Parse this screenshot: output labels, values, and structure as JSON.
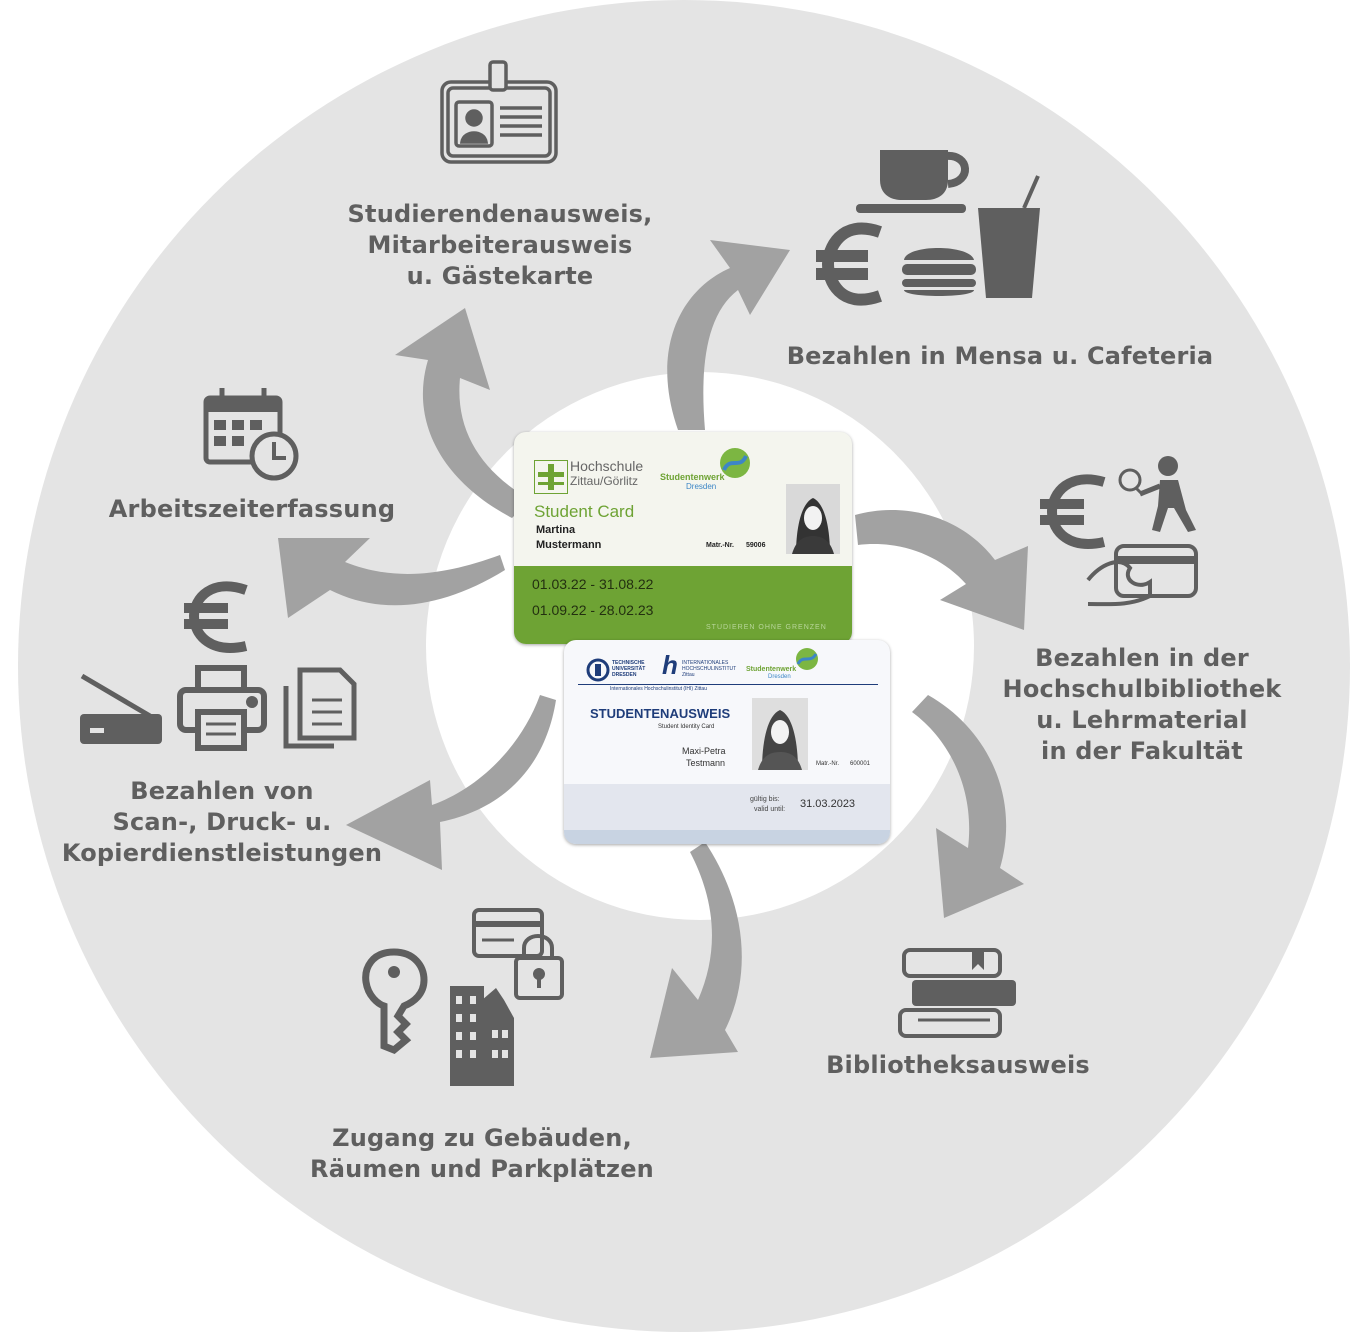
{
  "labels": {
    "id_card": [
      "Studierendenausweis,",
      "Mitarbeiterausweis",
      "u. Gästekarte"
    ],
    "mensa": [
      "Bezahlen in Mensa u. Cafeteria"
    ],
    "library_payment": [
      "Bezahlen in der",
      "Hochschulbibliothek",
      "u. Lehrmaterial",
      "in der Fakultät"
    ],
    "library_card": [
      "Bibliotheksausweis"
    ],
    "access": [
      "Zugang zu Gebäuden,",
      "Räumen und Parkplätzen"
    ],
    "printing": [
      "Bezahlen von",
      "Scan-, Druck- u.",
      "Kopierdienstleistungen"
    ],
    "time_recording": [
      "Arbeitszeiterfassung"
    ]
  },
  "green_card": {
    "institution_line1": "Hochschule",
    "institution_line2": "Zittau/Görlitz",
    "partner": "Studentenwerk",
    "partner_city": "Dresden",
    "title": "Student Card",
    "first_name": "Martina",
    "last_name": "Mustermann",
    "matr_label": "Matr.-Nr.",
    "matr_value": "59006",
    "period1": "01.03.22 - 31.08.22",
    "period2": "01.09.22 - 28.02.23",
    "slogan": "STUDIEREN OHNE GRENZEN"
  },
  "white_card": {
    "uni": "TECHNISCHE UNIVERSITÄT DRESDEN",
    "ihi": "INTERNATIONALES HOCHSCHULINSTITUT Zittau",
    "partner": "Studentenwerk",
    "partner_city": "Dresden",
    "institute_line": "Internationales Hochschulinstitut (IHI) Zittau",
    "title": "STUDENTENAUSWEIS",
    "subtitle": "Student Identity Card",
    "first_name": "Maxi-Petra",
    "last_name": "Testmann",
    "matr_label": "Matr.-Nr.",
    "matr_value": "600001",
    "valid_label_de": "gültig bis:",
    "valid_label_en": "valid until:",
    "valid_value": "31.03.2023"
  },
  "icons": [
    "id-badge-icon",
    "coffee-cup-icon",
    "euro-icon",
    "burger-icon",
    "drink-cup-icon",
    "tennis-player-icon",
    "hand-card-icon",
    "books-icon",
    "key-icon",
    "buildings-icon",
    "lock-card-icon",
    "scanner-icon",
    "printer-icon",
    "documents-icon",
    "calendar-clock-icon"
  ],
  "colors": {
    "background_circle": "#e4e4e4",
    "inner_circle": "#ffffff",
    "arrow": "#a2a2a2",
    "icon": "#5f5f5f",
    "label": "#5f5f5f",
    "card_green": "#6ea334"
  }
}
